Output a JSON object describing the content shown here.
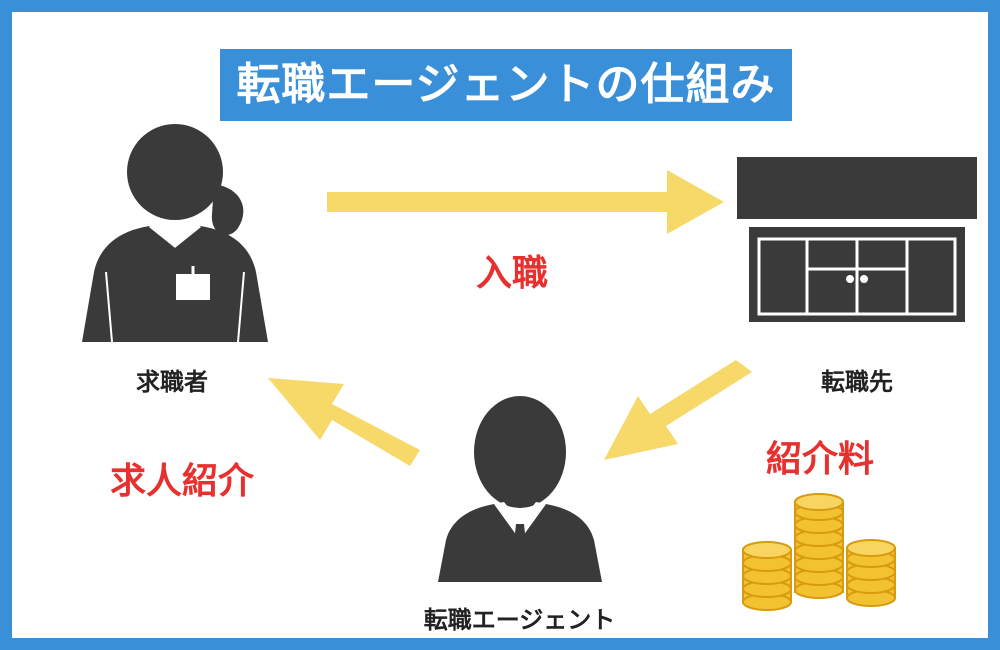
{
  "title": "転職エージェントの仕組み",
  "nodes": {
    "job_seeker": "求職者",
    "company": "転職先",
    "agent": "転職エージェント"
  },
  "flows": {
    "hiring": "入職",
    "job_introduction": "求人紹介",
    "referral_fee": "紹介料"
  },
  "colors": {
    "frame": "#3a8fd9",
    "title_bg": "#3a8fd9",
    "title_text": "#ffffff",
    "arrow": "#f7d96a",
    "flow_text": "#e8302e",
    "icon": "#3a3a3a",
    "coin": "#f2c230"
  },
  "icons": [
    "person-female-icon",
    "office-building-icon",
    "businessman-icon",
    "coin-stack-icon"
  ]
}
